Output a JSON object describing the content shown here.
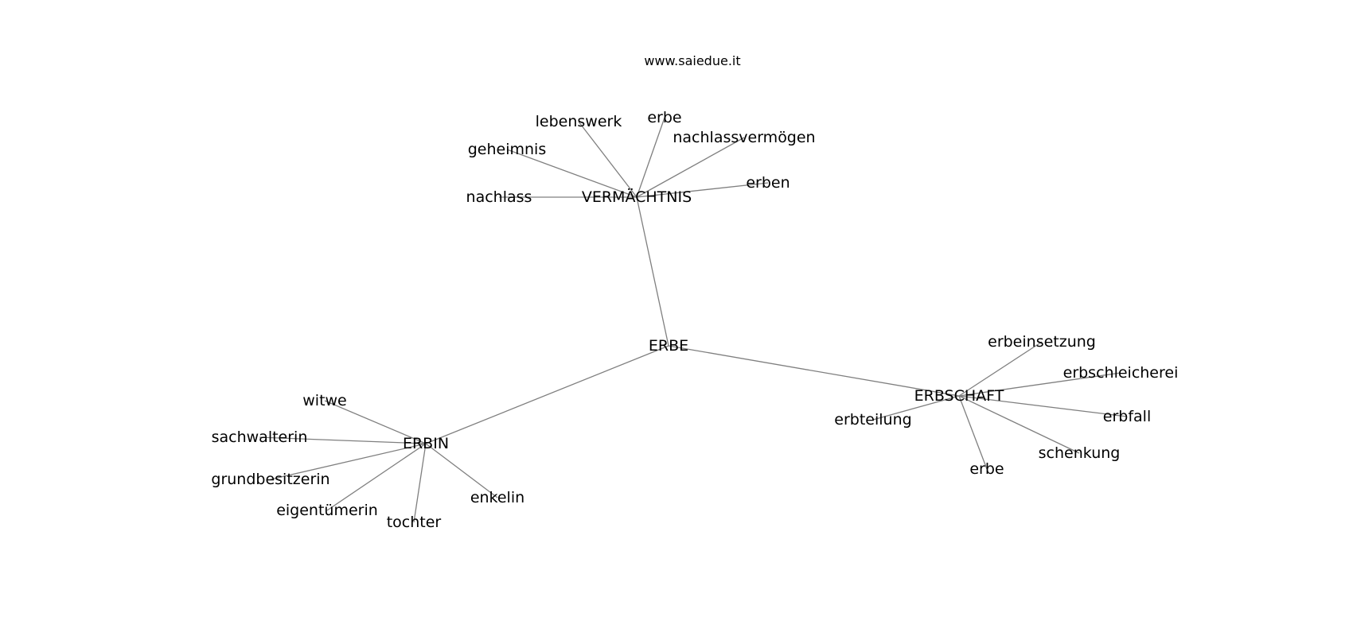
{
  "header": {
    "site": "www.saiedue.it"
  },
  "graph": {
    "nodes": [
      {
        "id": "erbe_center",
        "label": "ERBE"
      },
      {
        "id": "vermaechtnis",
        "label": "VERMÄCHTNIS"
      },
      {
        "id": "erbin",
        "label": "ERBIN"
      },
      {
        "id": "erbschaft",
        "label": "ERBSCHAFT"
      },
      {
        "id": "lebenswerk",
        "label": "lebenswerk"
      },
      {
        "id": "erbe_v",
        "label": "erbe"
      },
      {
        "id": "nachlassvermoegen",
        "label": "nachlassvermögen"
      },
      {
        "id": "geheimnis",
        "label": "geheimnis"
      },
      {
        "id": "nachlass",
        "label": "nachlass"
      },
      {
        "id": "erben",
        "label": "erben"
      },
      {
        "id": "witwe",
        "label": "witwe"
      },
      {
        "id": "sachwalterin",
        "label": "sachwalterin"
      },
      {
        "id": "grundbesitzerin",
        "label": "grundbesitzerin"
      },
      {
        "id": "eigentuemerin",
        "label": "eigentümerin"
      },
      {
        "id": "tochter",
        "label": "tochter"
      },
      {
        "id": "enkelin",
        "label": "enkelin"
      },
      {
        "id": "erbeinsetzung",
        "label": "erbeinsetzung"
      },
      {
        "id": "erbschleicherei",
        "label": "erbschleicherei"
      },
      {
        "id": "erbfall",
        "label": "erbfall"
      },
      {
        "id": "schenkung",
        "label": "schenkung"
      },
      {
        "id": "erbe_s",
        "label": "erbe"
      },
      {
        "id": "erbteilung",
        "label": "erbteilung"
      }
    ],
    "edges": [
      [
        "erbe_center",
        "vermaechtnis"
      ],
      [
        "erbe_center",
        "erbin"
      ],
      [
        "erbe_center",
        "erbschaft"
      ],
      [
        "vermaechtnis",
        "lebenswerk"
      ],
      [
        "vermaechtnis",
        "erbe_v"
      ],
      [
        "vermaechtnis",
        "nachlassvermoegen"
      ],
      [
        "vermaechtnis",
        "geheimnis"
      ],
      [
        "vermaechtnis",
        "nachlass"
      ],
      [
        "vermaechtnis",
        "erben"
      ],
      [
        "erbin",
        "witwe"
      ],
      [
        "erbin",
        "sachwalterin"
      ],
      [
        "erbin",
        "grundbesitzerin"
      ],
      [
        "erbin",
        "eigentuemerin"
      ],
      [
        "erbin",
        "tochter"
      ],
      [
        "erbin",
        "enkelin"
      ],
      [
        "erbschaft",
        "erbeinsetzung"
      ],
      [
        "erbschaft",
        "erbschleicherei"
      ],
      [
        "erbschaft",
        "erbfall"
      ],
      [
        "erbschaft",
        "schenkung"
      ],
      [
        "erbschaft",
        "erbe_s"
      ],
      [
        "erbschaft",
        "erbteilung"
      ]
    ]
  }
}
